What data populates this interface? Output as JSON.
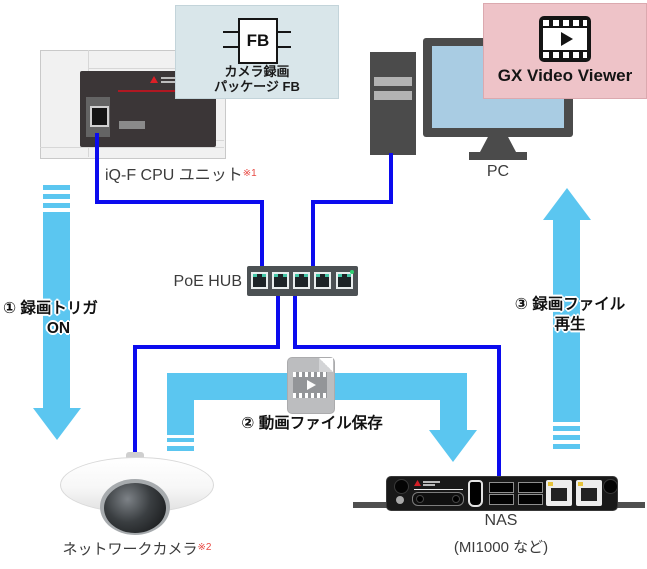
{
  "colors": {
    "arrow": "#5bc6f0",
    "cable": "#0b0bee",
    "fb_bg": "#d9e6ea",
    "gx_bg": "#eec3c8",
    "note": "#e84a44",
    "screen": "#a9cce3"
  },
  "plc": {
    "label": "iQ-F CPU ユニット",
    "note": "※1"
  },
  "fb_box": {
    "icon_text": "FB",
    "line1": "カメラ録画",
    "line2": "パッケージ FB"
  },
  "pc": {
    "label": "PC"
  },
  "gx_box": {
    "label": "GX Video Viewer"
  },
  "hub": {
    "label": "PoE HUB"
  },
  "camera": {
    "label": "ネットワークカメラ",
    "note": "※2"
  },
  "nas": {
    "label": "NAS",
    "sublabel": "(MI1000 など)"
  },
  "flows": {
    "f1": {
      "line1": "① 録画トリガ",
      "line2": "ON",
      "direction": "down"
    },
    "f2": {
      "label": "② 動画ファイル保存"
    },
    "f3": {
      "line1": "③ 録画ファイル",
      "line2": "再生",
      "direction": "up"
    }
  }
}
